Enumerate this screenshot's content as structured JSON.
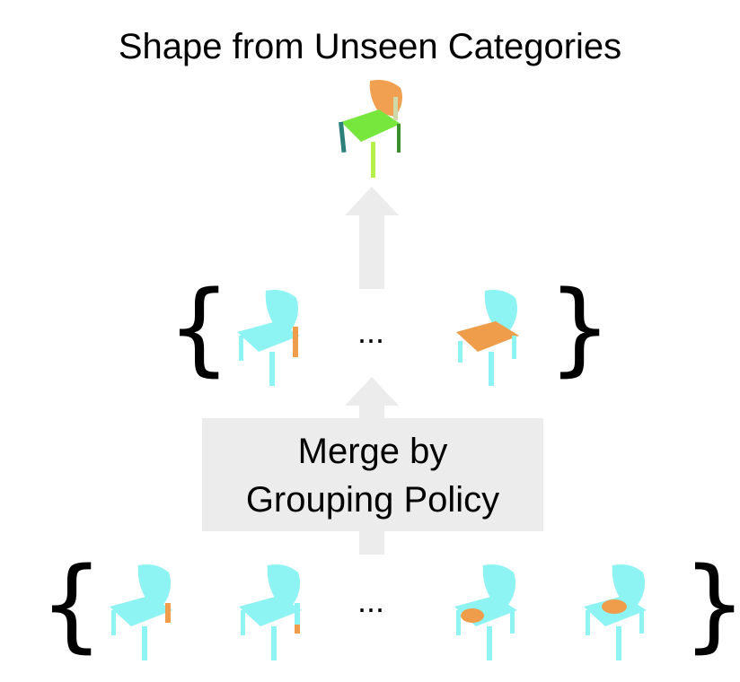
{
  "title": "Shape from Unseen Categories",
  "merge_label_line1": "Merge by",
  "merge_label_line2": "Grouping Policy",
  "ellipsis": "...",
  "colors": {
    "chair_base": "#8ef3f3",
    "highlight_orange": "#ef9d4b",
    "merged_back": "#f0a050",
    "merged_seat": "#77e63d",
    "merged_leg_teal": "#2d7f7a",
    "merged_leg_green": "#3b8f2a",
    "merged_leg_lime": "#b6f04a",
    "arrow_gray": "#ececec"
  }
}
